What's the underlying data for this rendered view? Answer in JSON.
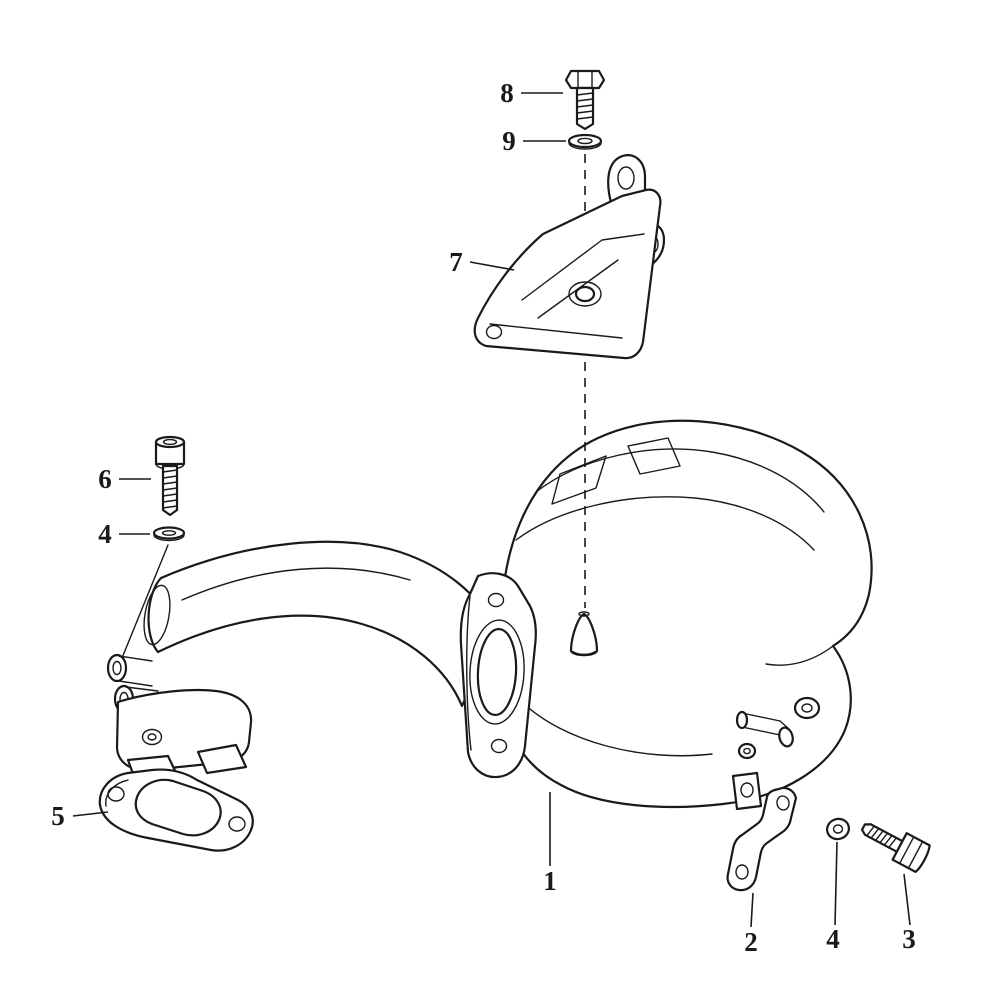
{
  "canvas": {
    "background": "#ffffff",
    "line_color": "#1a1a1a"
  },
  "callouts": [
    {
      "id": "8",
      "number": "8"
    },
    {
      "id": "9",
      "number": "9"
    },
    {
      "id": "7",
      "number": "7"
    },
    {
      "id": "6",
      "number": "6"
    },
    {
      "id": "4-left",
      "number": "4"
    },
    {
      "id": "5",
      "number": "5"
    },
    {
      "id": "1",
      "number": "1"
    },
    {
      "id": "2",
      "number": "2"
    },
    {
      "id": "4-right",
      "number": "4"
    },
    {
      "id": "3",
      "number": "3"
    }
  ]
}
